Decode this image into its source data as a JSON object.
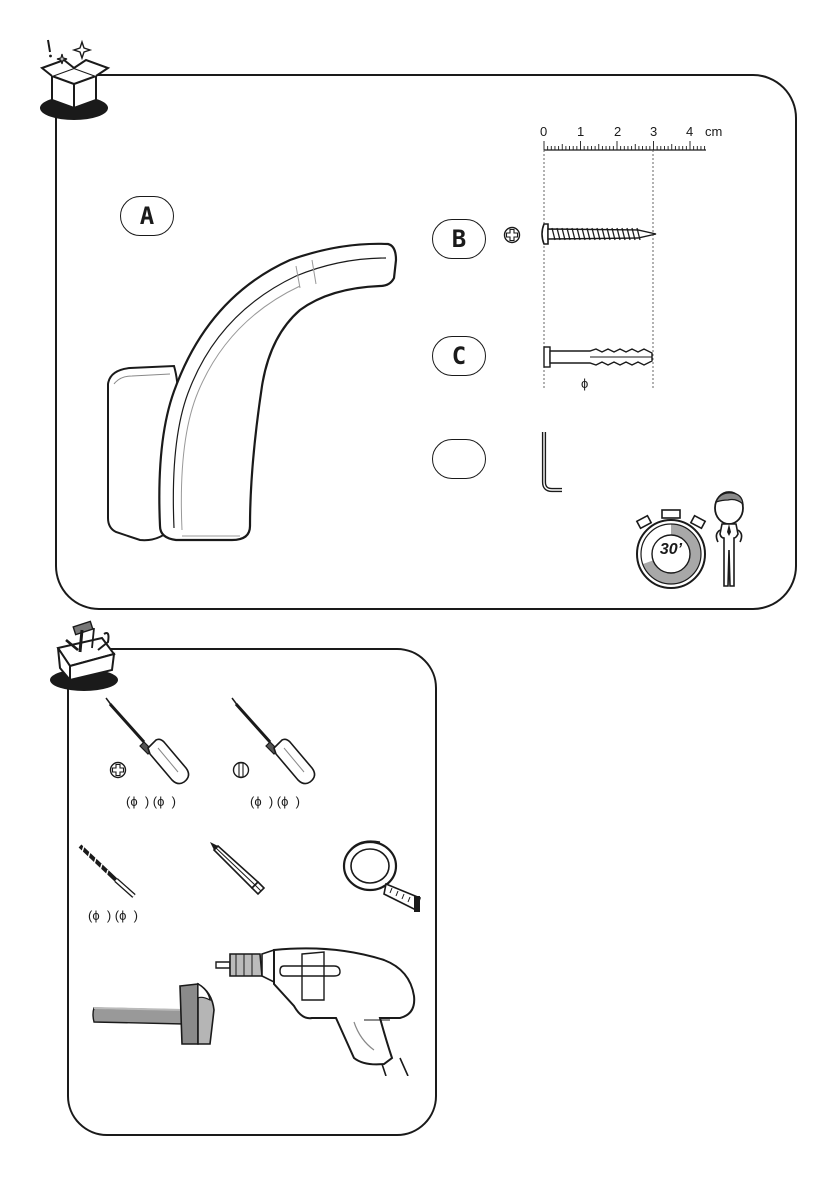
{
  "kit_panel": {
    "parts": [
      {
        "label": "A"
      },
      {
        "label": "B"
      },
      {
        "label": "C"
      },
      {
        "label": ""
      }
    ],
    "ruler": {
      "ticks": [
        "0",
        "1",
        "2",
        "3",
        "4"
      ],
      "unit": "cm"
    },
    "plug_diameter_symbol": "ϕ",
    "timer_label": "30’"
  },
  "tools_panel": {
    "phillips_sizes": "(ϕ  ) (ϕ  )",
    "flat_sizes": "(ϕ  ) (ϕ  )",
    "drill_bit_sizes": "(ϕ  ) (ϕ  )"
  }
}
